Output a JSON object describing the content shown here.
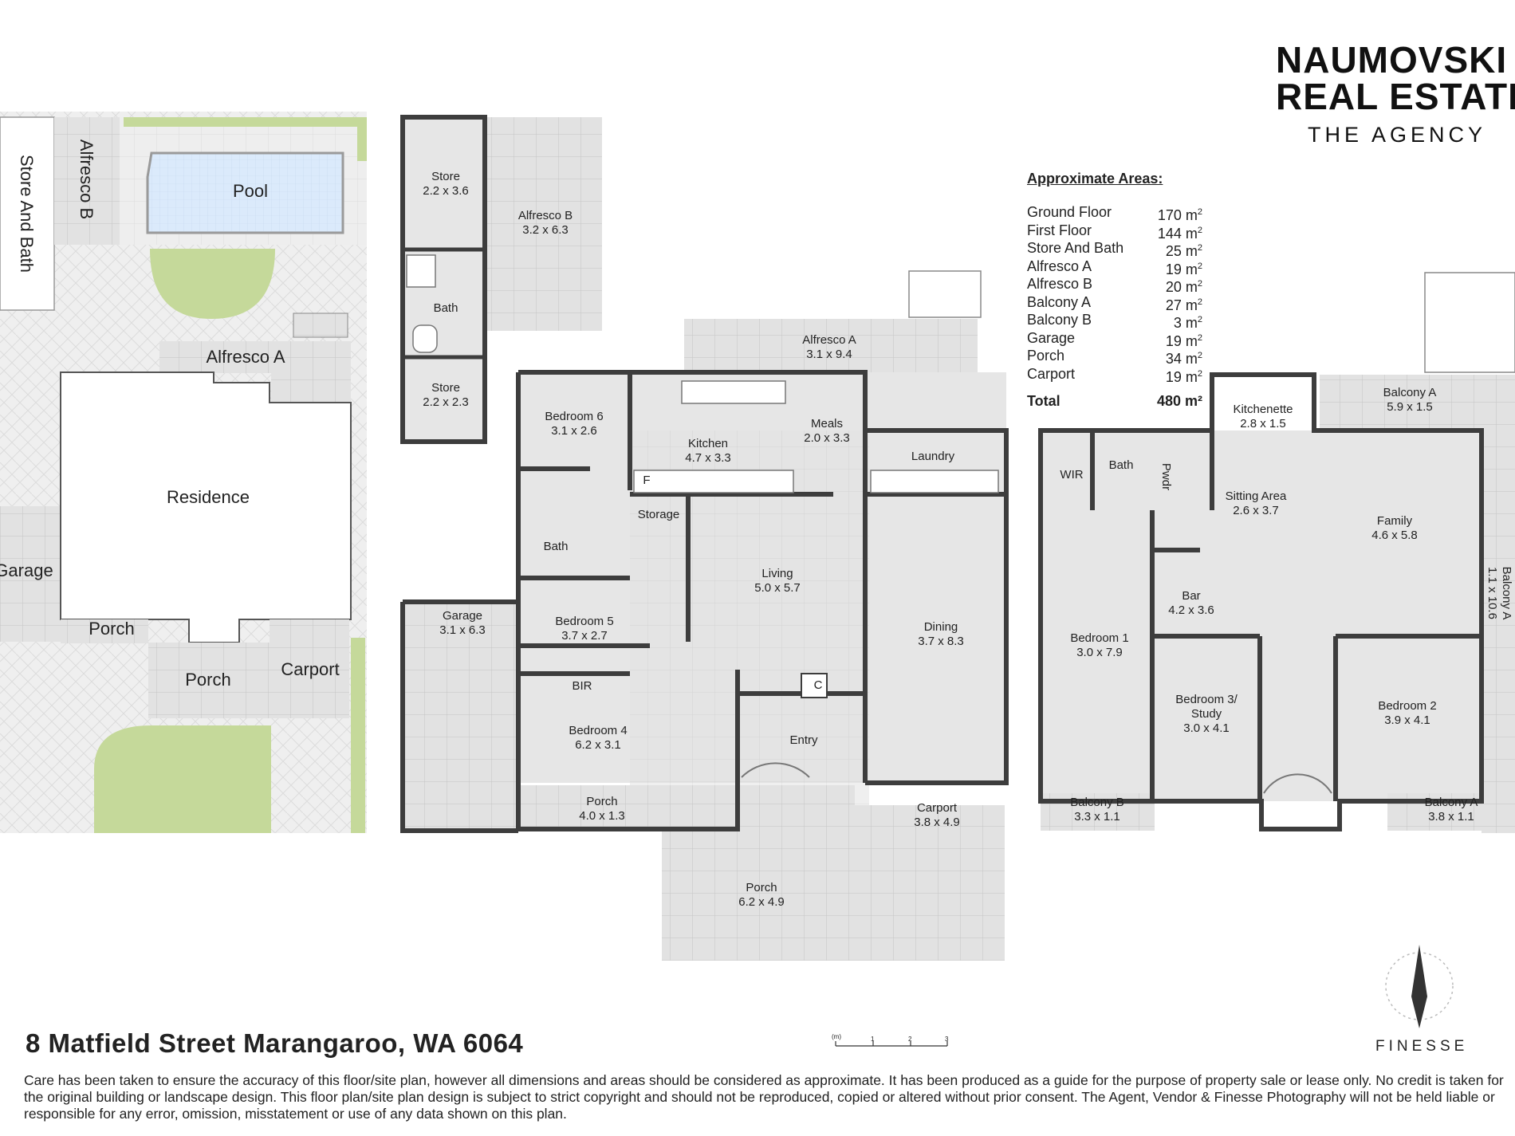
{
  "brand": {
    "line1": "NAUMOVSKI",
    "line2": "REAL ESTATE",
    "line3": "THE AGENCY"
  },
  "areas": {
    "title": "Approximate Areas:",
    "rows": [
      {
        "name": "Ground Floor",
        "value": "170 m",
        "sup": "2"
      },
      {
        "name": "First Floor",
        "value": "144 m",
        "sup": "2"
      },
      {
        "name": "Store And Bath",
        "value": "25 m",
        "sup": "2"
      },
      {
        "name": "Alfresco A",
        "value": "19 m",
        "sup": "2"
      },
      {
        "name": "Alfresco B",
        "value": "20 m",
        "sup": "2"
      },
      {
        "name": "Balcony A",
        "value": "27 m",
        "sup": "2"
      },
      {
        "name": "Balcony B",
        "value": "3 m",
        "sup": "2"
      },
      {
        "name": "Garage",
        "value": "19 m",
        "sup": "2"
      },
      {
        "name": "Porch",
        "value": "34 m",
        "sup": "2"
      },
      {
        "name": "Carport",
        "value": "19 m",
        "sup": "2"
      }
    ],
    "total_label": "Total",
    "total_value": "480 m²"
  },
  "site_plan": {
    "store_bath": "Store And Bath",
    "alfresco_b": "Alfresco B",
    "pool": "Pool",
    "alfresco_a": "Alfresco A",
    "residence": "Residence",
    "garage": "Garage",
    "porch_left": "Porch",
    "porch_center": "Porch",
    "carport": "Carport"
  },
  "outbuilding": {
    "store1": {
      "name": "Store",
      "dim": "2.2 x 3.6"
    },
    "bath": {
      "name": "Bath"
    },
    "store2": {
      "name": "Store",
      "dim": "2.2 x 2.3"
    },
    "alfresco_b": {
      "name": "Alfresco B",
      "dim": "3.2 x 6.3"
    }
  },
  "ground_floor": {
    "alfresco_a": {
      "name": "Alfresco A",
      "dim": "3.1 x 9.4"
    },
    "bedroom6": {
      "name": "Bedroom 6",
      "dim": "3.1 x 2.6"
    },
    "kitchen": {
      "name": "Kitchen",
      "dim": "4.7 x 3.3"
    },
    "meals": {
      "name": "Meals",
      "dim": "2.0 x 3.3"
    },
    "laundry": {
      "name": "Laundry"
    },
    "fridge": "F",
    "storage": {
      "name": "Storage"
    },
    "bath": {
      "name": "Bath"
    },
    "living": {
      "name": "Living",
      "dim": "5.0 x 5.7"
    },
    "dining": {
      "name": "Dining",
      "dim": "3.7 x 8.3"
    },
    "bedroom5": {
      "name": "Bedroom 5",
      "dim": "3.7 x 2.7"
    },
    "garage": {
      "name": "Garage",
      "dim": "3.1 x 6.3"
    },
    "bir": "BIR",
    "cupboard": "C",
    "bedroom4": {
      "name": "Bedroom 4",
      "dim": "6.2 x 3.1"
    },
    "entry": {
      "name": "Entry"
    },
    "porch_small": {
      "name": "Porch",
      "dim": "4.0 x 1.3"
    },
    "carport": {
      "name": "Carport",
      "dim": "3.8 x 4.9"
    },
    "porch_large": {
      "name": "Porch",
      "dim": "6.2 x 4.9"
    }
  },
  "first_floor": {
    "kitchenette": {
      "name": "Kitchenette",
      "dim": "2.8 x 1.5"
    },
    "balcony_a_top": {
      "name": "Balcony A",
      "dim": "5.9 x 1.5"
    },
    "wir": "WIR",
    "bath": {
      "name": "Bath"
    },
    "pwdr": "Pwdr",
    "sitting": {
      "name": "Sitting Area",
      "dim": "2.6 x 3.7"
    },
    "family": {
      "name": "Family",
      "dim": "4.6 x 5.8"
    },
    "balcony_a_side": {
      "name": "Balcony A",
      "dim": "1.1 x 10.6"
    },
    "bar": {
      "name": "Bar",
      "dim": "4.2 x 3.6"
    },
    "bedroom1": {
      "name": "Bedroom 1",
      "dim": "3.0 x 7.9"
    },
    "bedroom3": {
      "name": "Bedroom 3/",
      "name2": "Study",
      "dim": "3.0 x 4.1"
    },
    "bedroom2": {
      "name": "Bedroom 2",
      "dim": "3.9 x 4.1"
    },
    "balcony_b": {
      "name": "Balcony B",
      "dim": "3.3 x 1.1"
    },
    "balcony_a_bottom": {
      "name": "Balcony A",
      "dim": "3.8 x 1.1"
    }
  },
  "scale": {
    "unit": "(m)",
    "ticks": [
      "1",
      "2",
      "3"
    ]
  },
  "address": "8 Matfield Street Marangaroo, WA 6064",
  "finesse": "FINESSE",
  "disclaimer": "Care has been taken to ensure the accuracy of this floor/site plan, however all dimensions and areas should be considered as approximate. It has been produced as a guide for the purpose of property sale or lease only. No credit is taken for the original building or landscape design. This floor plan/site plan design is subject to strict copyright and should not be reproduced, copied or altered without prior consent. The Agent, Vendor & Finesse Photography will not be held liable or responsible for any error, omission, misstatement or use of any data shown on this plan.",
  "colors": {
    "wall": "#3d3d3d",
    "floor": "#e6e6e6",
    "tile": "#d2d2d2",
    "grass": "#c5d99a",
    "pool": "#ddeeff"
  }
}
